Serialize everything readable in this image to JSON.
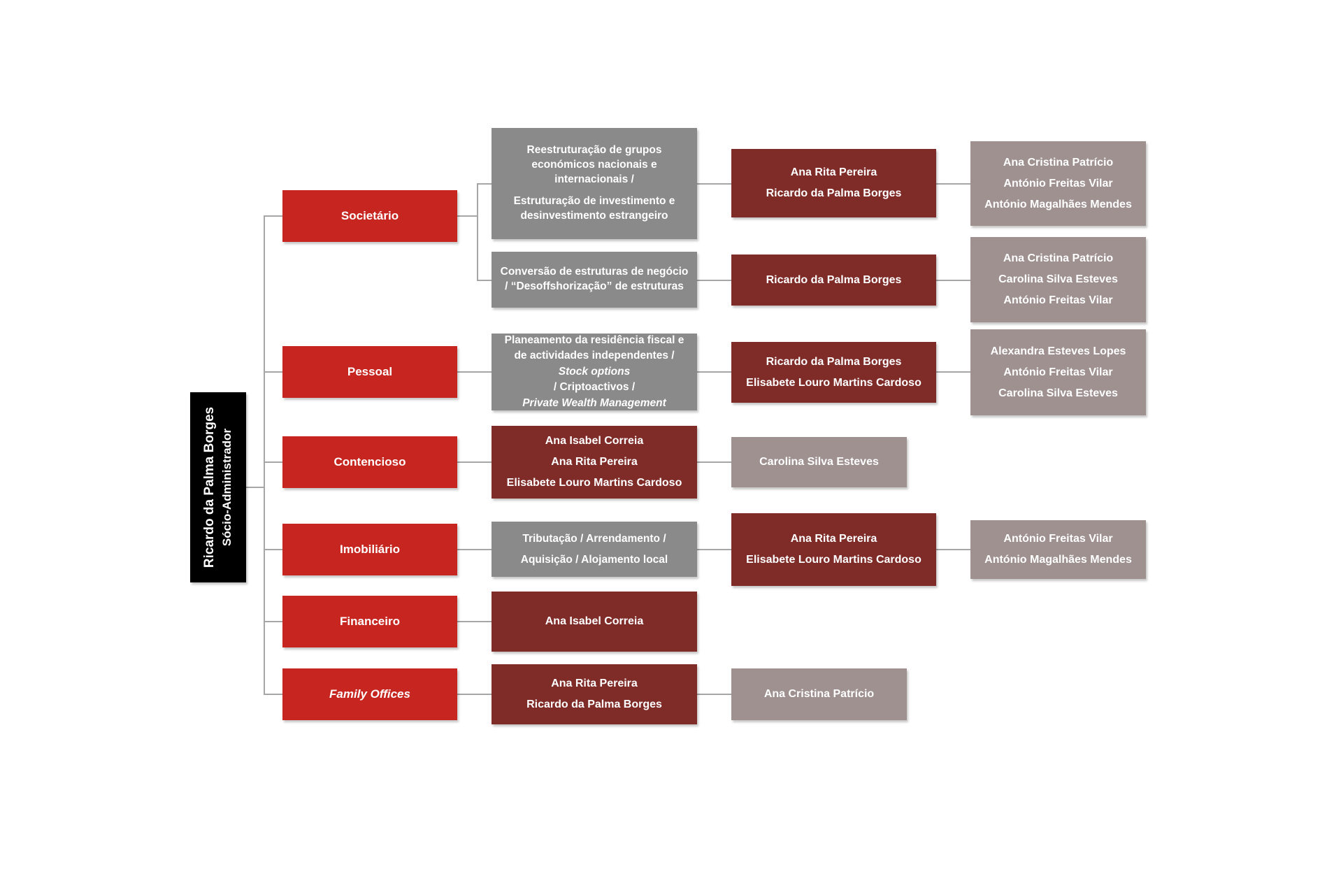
{
  "colors": {
    "category_red": "#C7251F",
    "team_maroon": "#7F2B28",
    "detail_gray": "#8A8A8A",
    "support_mauve": "#9E9190",
    "root_black": "#000000",
    "connector_gray": "#A6A6A6"
  },
  "root": {
    "name": "Ricardo da Palma Borges",
    "role": "Sócio-Administrador"
  },
  "categories": {
    "societario": "Societário",
    "pessoal": "Pessoal",
    "contencioso": "Contencioso",
    "imobiliario": "Imobiliário",
    "financeiro": "Financeiro",
    "family_offices": "Family Offices"
  },
  "details": {
    "societario_1": {
      "paragraphs": [
        "Reestruturação de grupos económicos nacionais e internacionais /",
        "Estruturação de investimento e desinvestimento estrangeiro"
      ]
    },
    "societario_2": {
      "paragraphs": [
        "Conversão de estruturas de negócio / “Desoffshorização” de estruturas"
      ]
    },
    "pessoal": {
      "rich": [
        {
          "t": "Planeamento da residência fiscal e de actividades independentes / "
        },
        {
          "t": "Stock options",
          "i": true
        },
        {
          "t": " / Criptoactivos / "
        },
        {
          "t": "Private Wealth Management",
          "i": true
        }
      ]
    },
    "imobiliario": {
      "lines": [
        "Tributação / Arrendamento /",
        "Aquisição / Alojamento local"
      ]
    }
  },
  "teams": {
    "societario_1": [
      "Ana Rita Pereira",
      "Ricardo da Palma Borges"
    ],
    "societario_2": [
      "Ricardo da Palma Borges"
    ],
    "pessoal": [
      "Ricardo da Palma Borges",
      "Elisabete Louro Martins Cardoso"
    ],
    "contencioso": [
      "Ana Isabel Correia",
      "Ana Rita Pereira",
      "Elisabete Louro Martins Cardoso"
    ],
    "imobiliario": [
      "Ana Rita Pereira",
      "Elisabete Louro Martins Cardoso"
    ],
    "financeiro": [
      "Ana Isabel Correia"
    ],
    "family_offices": [
      "Ana Rita Pereira",
      "Ricardo da Palma Borges"
    ]
  },
  "support": {
    "societario_1": [
      "Ana Cristina Patrício",
      "António Freitas Vilar",
      "António Magalhães Mendes"
    ],
    "societario_2": [
      "Ana Cristina Patrício",
      "Carolina Silva Esteves",
      "António Freitas Vilar"
    ],
    "pessoal": [
      "Alexandra Esteves Lopes",
      "António Freitas Vilar",
      "Carolina Silva Esteves"
    ],
    "contencioso": [
      "Carolina Silva Esteves"
    ],
    "imobiliario": [
      "António Freitas Vilar",
      "António Magalhães Mendes"
    ],
    "family_offices": [
      "Ana Cristina Patrício"
    ]
  }
}
